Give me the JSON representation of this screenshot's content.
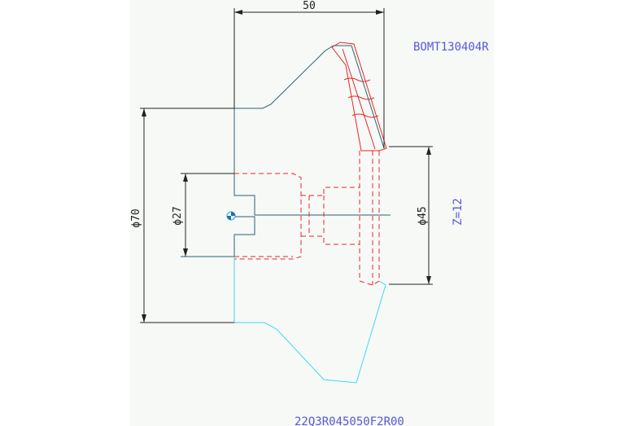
{
  "labels": {
    "dim_width": "50",
    "dim_outer_dia": "ϕ70",
    "dim_bore_dia": "ϕ27",
    "dim_pitch_dia": "ϕ45",
    "teeth": "Z=12",
    "part_code_top": "BOMT130404R",
    "part_code_bottom": "22Q3R045050F2R00"
  },
  "colors": {
    "sheet": "#f6f9f6",
    "body_outline": "#2f5f72",
    "insert_red": "#e8262b",
    "lower_cyan": "#40d8f0",
    "dim_line": "#222222",
    "note_blue": "#5858d8"
  }
}
